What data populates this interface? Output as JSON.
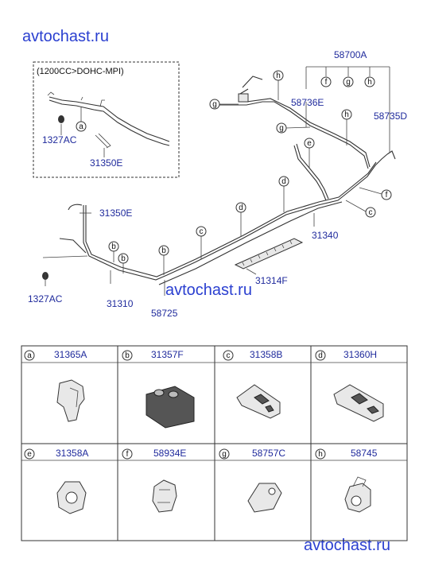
{
  "watermarks": [
    "avtochast.ru",
    "avtochast.ru",
    "avtochast.ru"
  ],
  "variant_note": "(1200CC>DOHC-MPI)",
  "callouts": {
    "inset_1327AC": "1327AC",
    "inset_31350E": "31350E",
    "main_31350E": "31350E",
    "main_1327AC": "1327AC",
    "p31310": "31310",
    "p58725": "58725",
    "p31314F": "31314F",
    "p31340": "31340",
    "p58700A": "58700A",
    "p58736E": "58736E",
    "p58735D": "58735D"
  },
  "circle_letters": [
    "a",
    "b",
    "c",
    "d",
    "e",
    "f",
    "g",
    "h"
  ],
  "legend": [
    {
      "letter": "a",
      "part": "31365A"
    },
    {
      "letter": "b",
      "part": "31357F"
    },
    {
      "letter": "c",
      "part": "31358B"
    },
    {
      "letter": "d",
      "part": "31360H"
    },
    {
      "letter": "e",
      "part": "31358A"
    },
    {
      "letter": "f",
      "part": "58934E"
    },
    {
      "letter": "g",
      "part": "58757C"
    },
    {
      "letter": "h",
      "part": "58745"
    }
  ]
}
